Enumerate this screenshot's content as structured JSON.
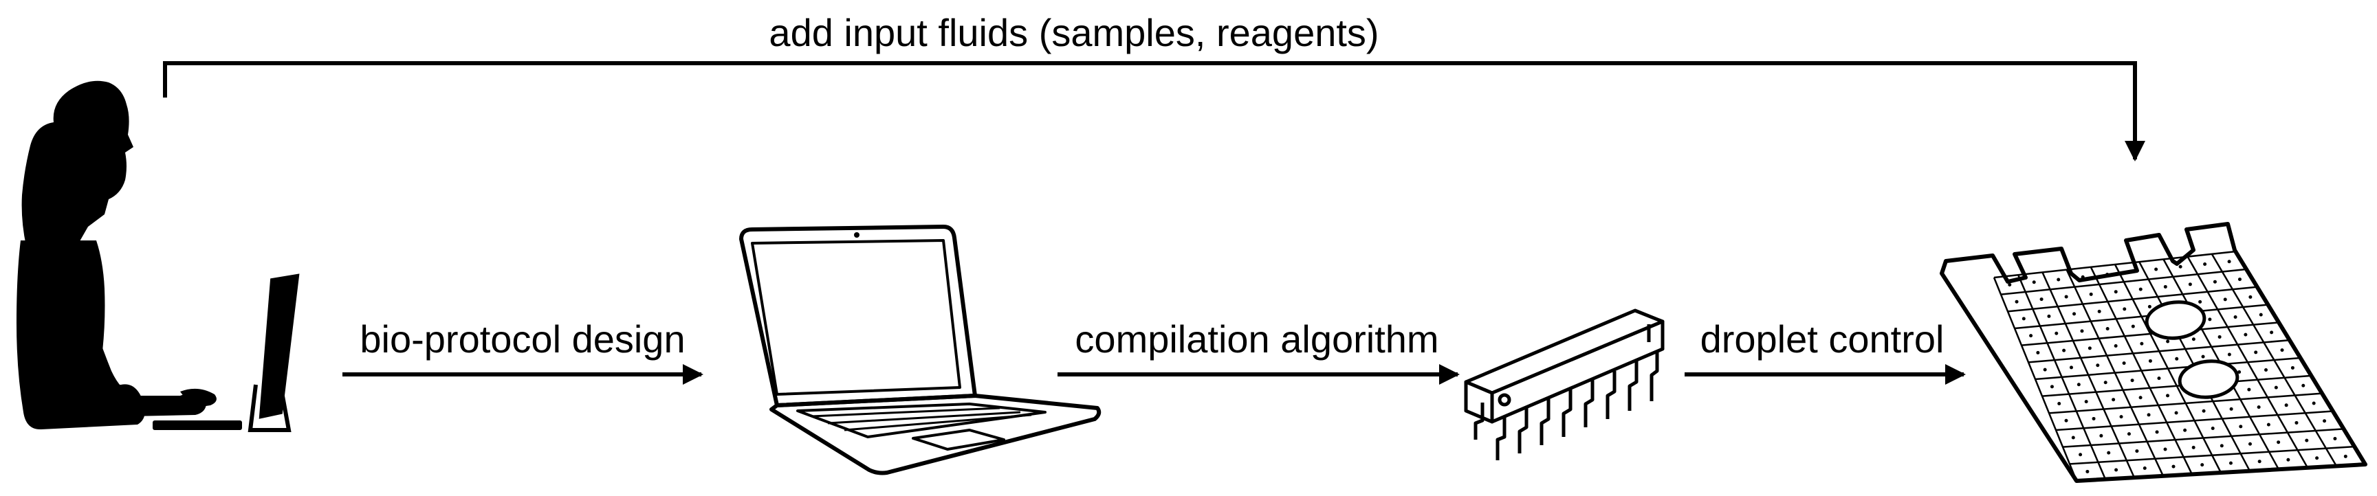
{
  "labels": {
    "feedback": "add input fluids (samples, reagents)",
    "design": "bio-protocol design",
    "compile": "compilation algorithm",
    "control": "droplet control"
  },
  "icons": {
    "user": "person-at-computer-icon",
    "laptop": "laptop-icon",
    "chip": "integrated-circuit-chip-icon",
    "biochip": "digital-microfluidic-biochip-icon"
  },
  "colors": {
    "ink": "#000000",
    "background": "#ffffff"
  }
}
